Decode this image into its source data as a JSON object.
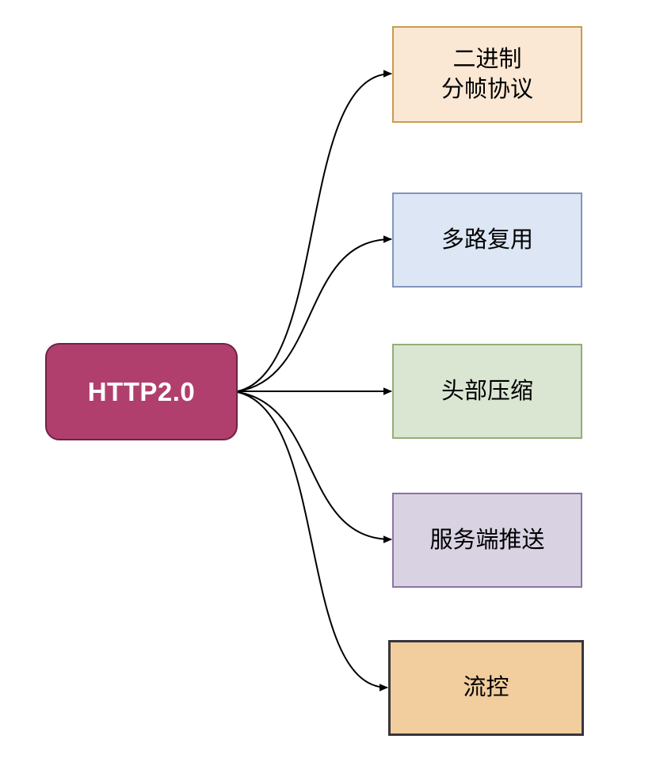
{
  "diagram": {
    "title": "HTTP2.0 features mind map",
    "root": {
      "label": "HTTP2.0",
      "fill": "#b13f6d",
      "border": "#6e2344",
      "text_color": "#ffffff"
    },
    "features": [
      {
        "id": "binary-framing",
        "label": "二进制\n分帧协议",
        "fill": "#fae8d4",
        "border": "#c89b50",
        "text_color": "#000000"
      },
      {
        "id": "multiplexing",
        "label": "多路复用",
        "fill": "#dde6f4",
        "border": "#8296bc",
        "text_color": "#000000"
      },
      {
        "id": "header-compression",
        "label": "头部压缩",
        "fill": "#dae5d2",
        "border": "#93ae77",
        "text_color": "#000000"
      },
      {
        "id": "server-push",
        "label": "服务端推送",
        "fill": "#d9d2e2",
        "border": "#8d73a2",
        "text_color": "#000000"
      },
      {
        "id": "flow-control",
        "label": "流控",
        "fill": "#f2cd9e",
        "border": "#38363c",
        "text_color": "#000000"
      }
    ],
    "connector_color": "#000000"
  }
}
